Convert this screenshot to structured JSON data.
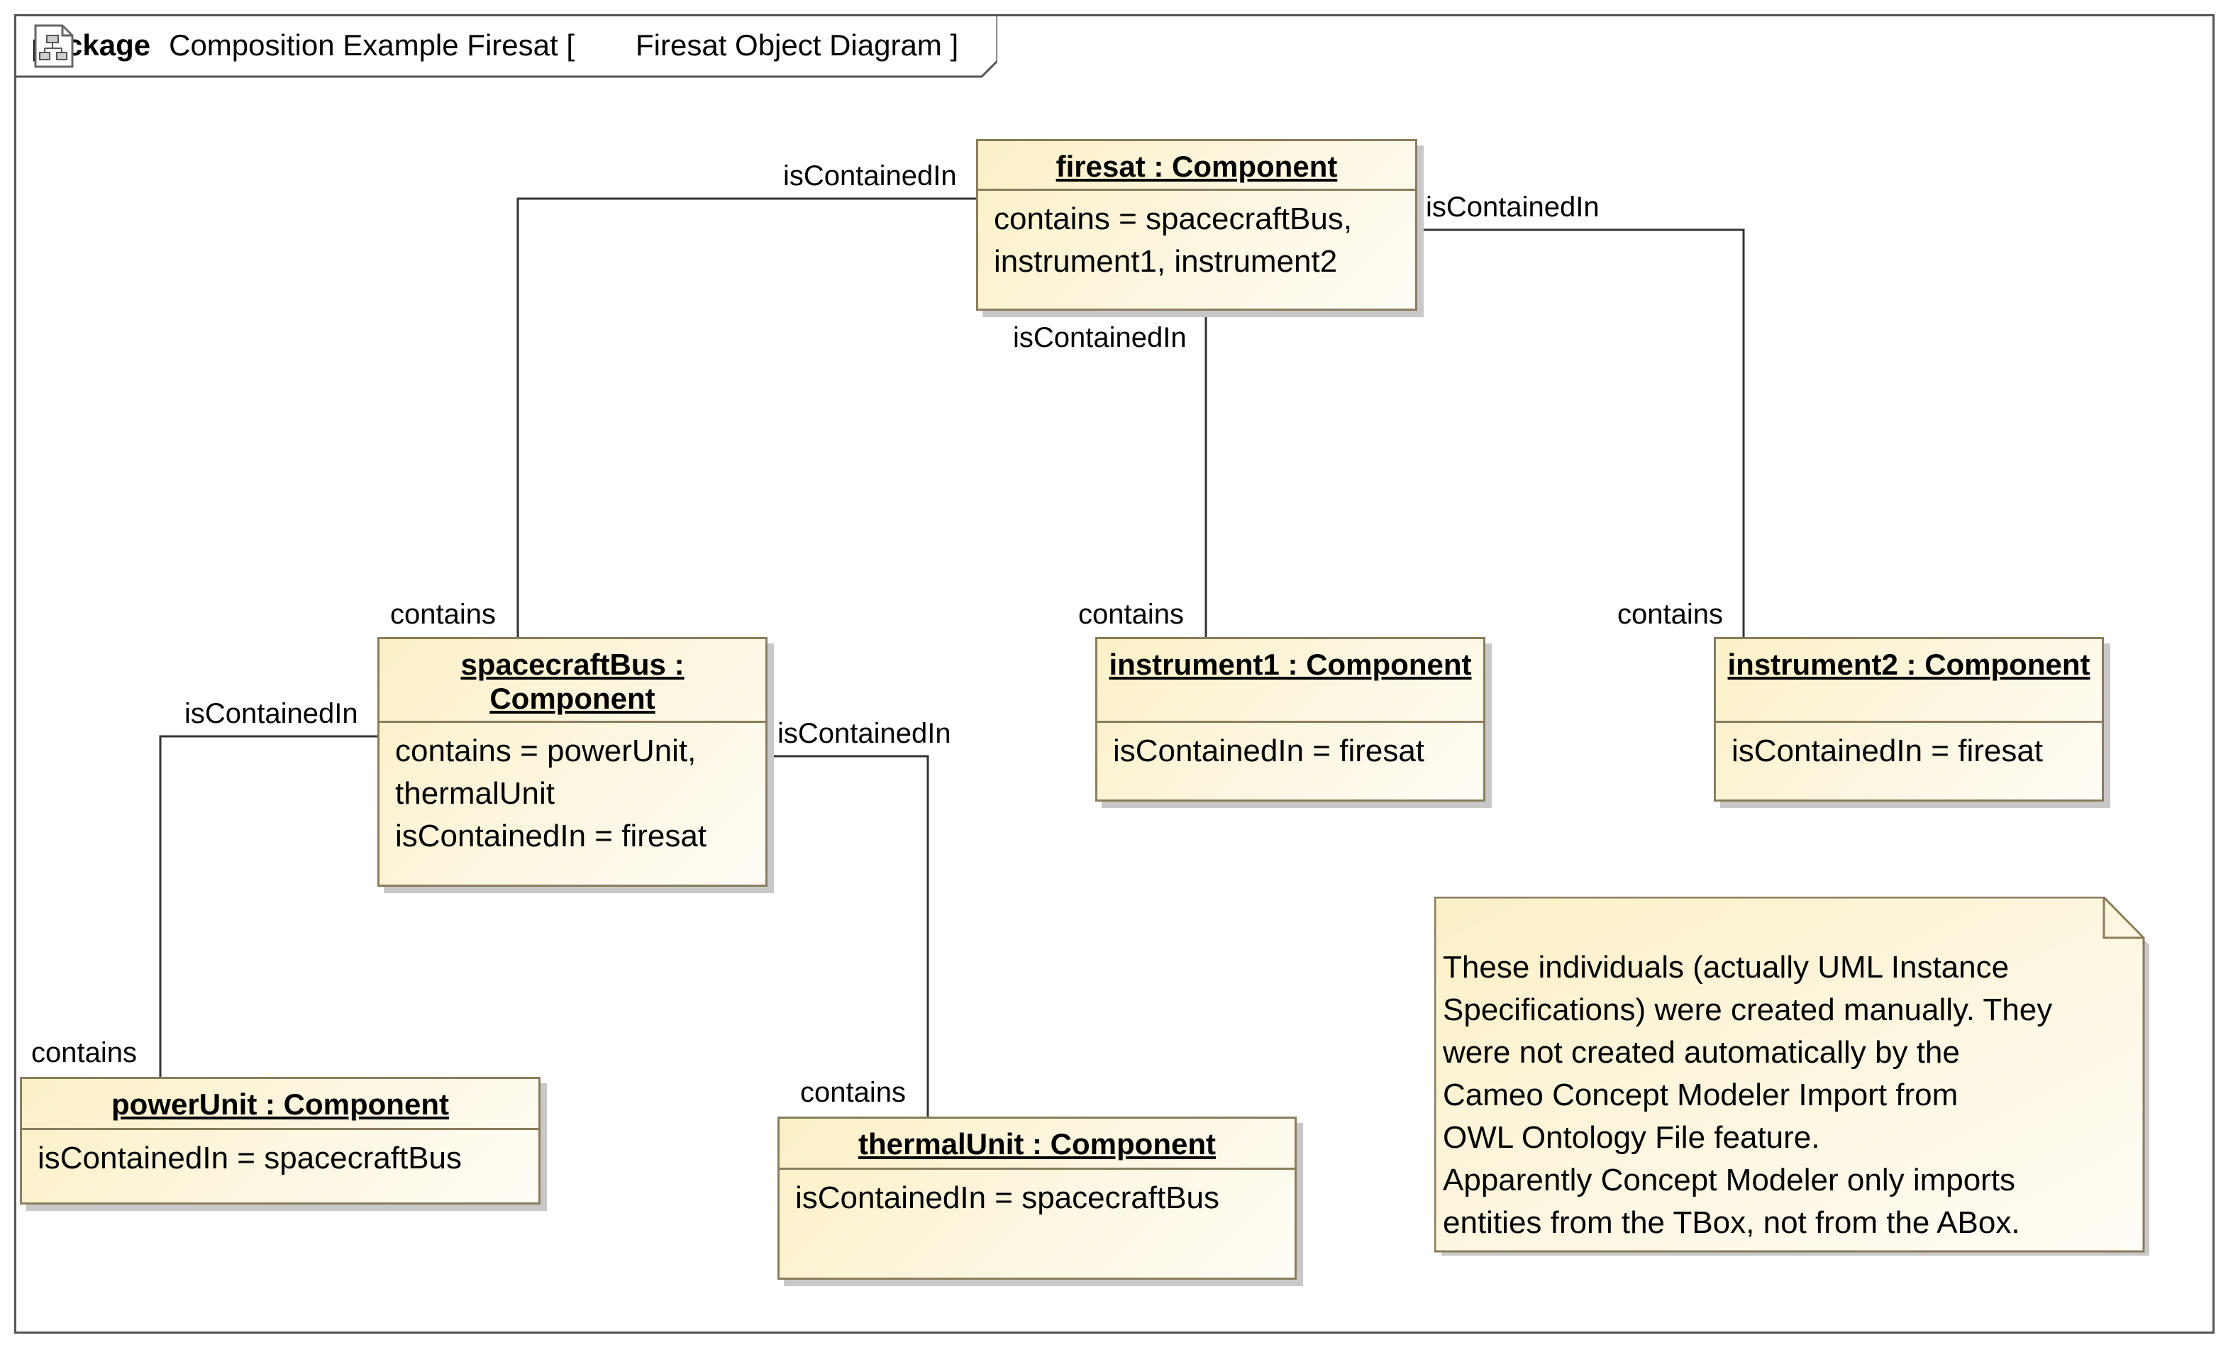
{
  "frame": {
    "keyword": "package",
    "name": "Composition Example Firesat [",
    "diagram_icon": "object-diagram-icon",
    "diagram_name": "Firesat Object Diagram ]"
  },
  "instances": {
    "firesat": {
      "title": "firesat : Component",
      "slots": "contains = spacecraftBus,\n instrument1, instrument2"
    },
    "spacecraftBus": {
      "title": "spacecraftBus : Component",
      "slots": "contains = powerUnit,\nthermalUnit\nisContainedIn = firesat"
    },
    "instrument1": {
      "title": "instrument1 : Component",
      "slots": "isContainedIn = firesat"
    },
    "instrument2": {
      "title": "instrument2 : Component",
      "slots": "isContainedIn = firesat"
    },
    "powerUnit": {
      "title": "powerUnit : Component",
      "slots": "isContainedIn = spacecraftBus"
    },
    "thermalUnit": {
      "title": "thermalUnit : Component",
      "slots": "isContainedIn = spacecraftBus"
    }
  },
  "links": {
    "firesat_spacecraftBus": {
      "end_source": "isContainedIn",
      "end_target": "contains"
    },
    "firesat_instrument1": {
      "end_source": "isContainedIn",
      "end_target": "contains"
    },
    "firesat_instrument2": {
      "end_source": "isContainedIn",
      "end_target": "contains"
    },
    "spacecraftBus_powerUnit": {
      "end_source": "isContainedIn",
      "end_target": "contains"
    },
    "spacecraftBus_thermalUnit": {
      "end_source": "isContainedIn",
      "end_target": "contains"
    }
  },
  "note": {
    "text": "These individuals (actually UML Instance\nSpecifications) were created manually. They\nwere not created automatically by the\nCameo Concept Modeler Import from\nOWL Ontology File feature.\nApparently Concept Modeler only imports\nentities from the TBox, not from the ABox."
  },
  "colors": {
    "box_fill": "#fbf0c6",
    "box_border": "#8a7d5c",
    "line": "#333333",
    "frame_border": "#555555"
  }
}
